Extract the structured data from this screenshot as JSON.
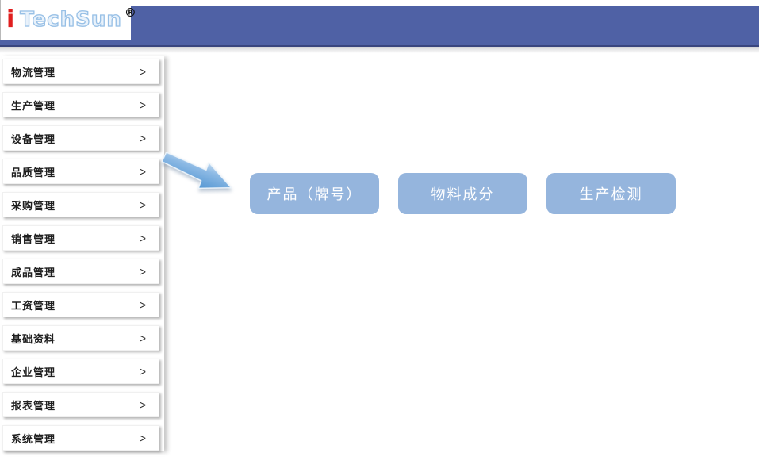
{
  "logo": {
    "mark": "i",
    "brand": "TechSun",
    "registered": "®"
  },
  "sidebar": {
    "chevron": ">",
    "items": [
      {
        "label": "物流管理"
      },
      {
        "label": "生产管理"
      },
      {
        "label": "设备管理"
      },
      {
        "label": "品质管理"
      },
      {
        "label": "采购管理"
      },
      {
        "label": "销售管理"
      },
      {
        "label": "成品管理"
      },
      {
        "label": "工资管理"
      },
      {
        "label": "基础资料"
      },
      {
        "label": "企业管理"
      },
      {
        "label": "报表管理"
      },
      {
        "label": "系统管理"
      }
    ]
  },
  "main": {
    "shortcut_buttons": [
      {
        "label": "产品（牌号）"
      },
      {
        "label": "物料成分"
      },
      {
        "label": "生产检测"
      }
    ]
  },
  "colors": {
    "header_bar": "#4f61a5",
    "header_bar_border": "#39457e",
    "logo_mark_red": "#e01e1e",
    "logo_brand_blue": "#98c0e6",
    "button_fill": "#95b5dd",
    "arrow_blue": "#5b9bd5",
    "sidebar_text": "#1f1f1f"
  }
}
